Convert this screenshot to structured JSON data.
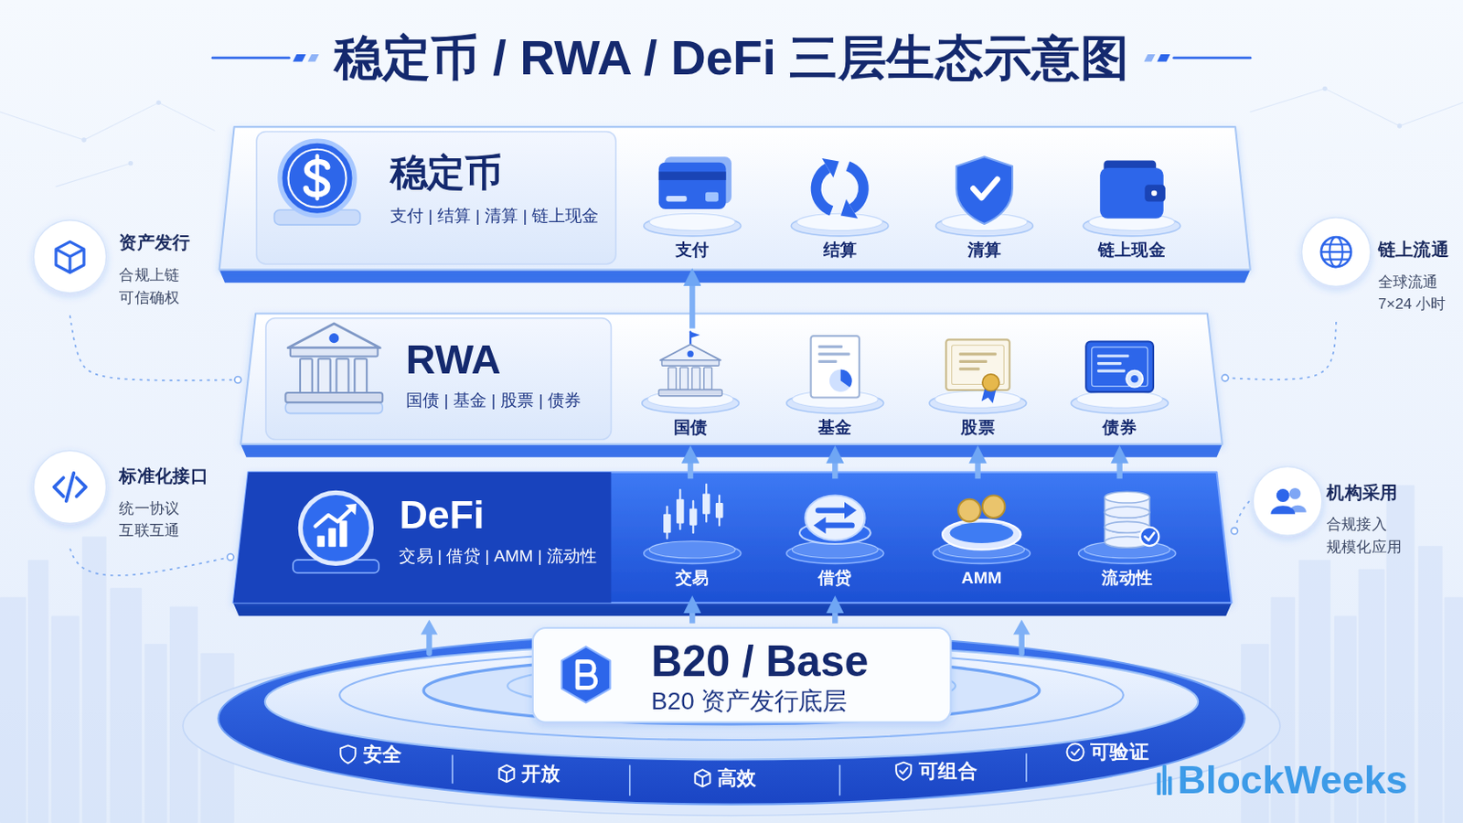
{
  "diagram": {
    "title": "稳定币 / RWA / DeFi 三层生态示意图",
    "nodes": [
      {
        "text": [
          "稳定币",
          "支付 | 结算 | 清算 | 链上现金"
        ]
      },
      {
        "text": [
          "支付"
        ],
        "in": 0
      },
      {
        "text": [
          "结算"
        ],
        "in": 0
      },
      {
        "text": [
          "清算"
        ],
        "in": 0
      },
      {
        "text": [
          "链上现金"
        ],
        "in": 0
      },
      {
        "text": [
          "RWA",
          "国债 | 基金 | 股票 | 债券"
        ]
      },
      {
        "text": [
          "国债"
        ],
        "in": 5
      },
      {
        "text": [
          "基金"
        ],
        "in": 5
      },
      {
        "text": [
          "股票"
        ],
        "in": 5
      },
      {
        "text": [
          "债券"
        ],
        "in": 5
      },
      {
        "text": [
          "DeFi",
          "交易 | 借贷 | AMM | 流动性"
        ]
      },
      {
        "text": [
          "交易"
        ],
        "in": 10
      },
      {
        "text": [
          "借贷"
        ],
        "in": 10
      },
      {
        "text": [
          "AMM"
        ],
        "in": 10
      },
      {
        "text": [
          "流动性"
        ],
        "in": 10
      },
      {
        "text": [
          "B20 / Base",
          "B20 资产发行底层"
        ]
      },
      {
        "text": [
          "资产发行",
          "合规上链 可信确权"
        ]
      },
      {
        "text": [
          "链上流通",
          "全球流通 7×24 小时"
        ]
      },
      {
        "text": [
          "标准化接口",
          "统一协议 互联互通"
        ]
      },
      {
        "text": [
          "机构采用",
          "合规接入 规模化应用"
        ]
      }
    ],
    "edges": [
      {
        "from": 15,
        "to": 11,
        "arrow": "to"
      },
      {
        "from": 15,
        "to": 12,
        "arrow": "to"
      },
      {
        "from": 11,
        "to": 6,
        "arrow": "to"
      },
      {
        "from": 12,
        "to": 7,
        "arrow": "to"
      },
      {
        "from": 13,
        "to": 8,
        "arrow": "to"
      },
      {
        "from": 14,
        "to": 9,
        "arrow": "to"
      },
      {
        "from": 6,
        "to": 1,
        "arrow": "to"
      },
      {
        "from": 16,
        "to": 5,
        "arrow": "none"
      },
      {
        "from": 17,
        "to": 5,
        "arrow": "none"
      },
      {
        "from": 18,
        "to": 10,
        "arrow": "none"
      },
      {
        "from": 19,
        "to": 10,
        "arrow": "none"
      }
    ],
    "labels": [
      "安全",
      "开放",
      "高效",
      "可组合",
      "可验证",
      "BlockWeeks"
    ]
  }
}
